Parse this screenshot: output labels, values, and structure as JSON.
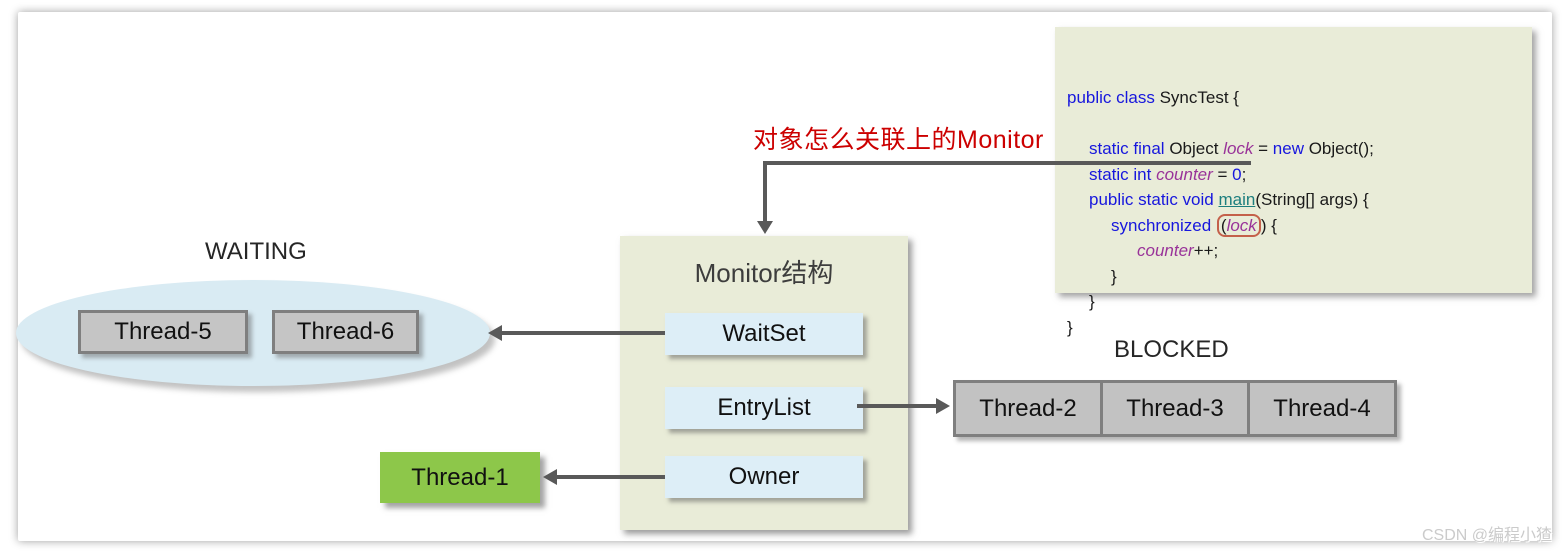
{
  "annotation": {
    "text": "对象怎么关联上的Monitor"
  },
  "monitor": {
    "title": "Monitor结构",
    "items": [
      "WaitSet",
      "EntryList",
      "Owner"
    ]
  },
  "waiting": {
    "label": "WAITING",
    "threads": [
      "Thread-5",
      "Thread-6"
    ]
  },
  "blocked": {
    "label": "BLOCKED",
    "threads": [
      "Thread-2",
      "Thread-3",
      "Thread-4"
    ]
  },
  "owner_thread": {
    "label": "Thread-1"
  },
  "watermark": {
    "text": "CSDN @编程小猹"
  },
  "code": {
    "lines": [
      {
        "ind": 0,
        "seg": [
          {
            "c": "kw",
            "t": "public class"
          },
          {
            "c": "pl",
            "t": " SyncTest {"
          }
        ]
      },
      {
        "ind": 0,
        "seg": []
      },
      {
        "ind": 22,
        "seg": [
          {
            "c": "kw",
            "t": "static final"
          },
          {
            "c": "pl",
            "t": " Object "
          },
          {
            "c": "var",
            "t": "lock"
          },
          {
            "c": "pl",
            "t": " = "
          },
          {
            "c": "kw",
            "t": "new"
          },
          {
            "c": "pl",
            "t": " Object();"
          }
        ]
      },
      {
        "ind": 22,
        "seg": [
          {
            "c": "kw",
            "t": "static int"
          },
          {
            "c": "pl",
            "t": " "
          },
          {
            "c": "var",
            "t": "counter"
          },
          {
            "c": "pl",
            "t": " = "
          },
          {
            "c": "num",
            "t": "0"
          },
          {
            "c": "pl",
            "t": ";"
          }
        ]
      },
      {
        "ind": 22,
        "seg": [
          {
            "c": "kw",
            "t": "public static void"
          },
          {
            "c": "pl",
            "t": " "
          },
          {
            "c": "fn",
            "t": "main"
          },
          {
            "c": "pl",
            "t": "(String[] args) {"
          }
        ]
      },
      {
        "ind": 44,
        "seg": [
          {
            "c": "kw",
            "t": "synchronized"
          },
          {
            "c": "pl",
            "t": " "
          },
          {
            "c": "box",
            "seg": [
              {
                "c": "pl",
                "t": "("
              },
              {
                "c": "var",
                "t": "lock"
              }
            ]
          },
          {
            "c": "pl",
            "t": ") {"
          }
        ]
      },
      {
        "ind": 70,
        "seg": [
          {
            "c": "var",
            "t": "counter"
          },
          {
            "c": "pl",
            "t": "++;"
          }
        ]
      },
      {
        "ind": 44,
        "seg": [
          {
            "c": "pl",
            "t": "}"
          }
        ]
      },
      {
        "ind": 22,
        "seg": [
          {
            "c": "pl",
            "t": "}"
          }
        ]
      },
      {
        "ind": 0,
        "seg": [
          {
            "c": "pl",
            "t": "}"
          }
        ]
      }
    ]
  },
  "colors": {
    "panel_green": "#e9ecd8",
    "slot_blue": "#ddeef7",
    "ellipse_blue": "#d9ebf3",
    "thread_gray": "#c5c5c5",
    "thread_border_gray": "#7f7f7f",
    "owner_green": "#8dc74a",
    "arrow_gray": "#595959",
    "annotation_red": "#cc0000",
    "keyword_blue": "#1717dd",
    "variable_purple": "#993399",
    "method_teal": "#1d7e7e",
    "lock_box_red": "#c4604a"
  }
}
